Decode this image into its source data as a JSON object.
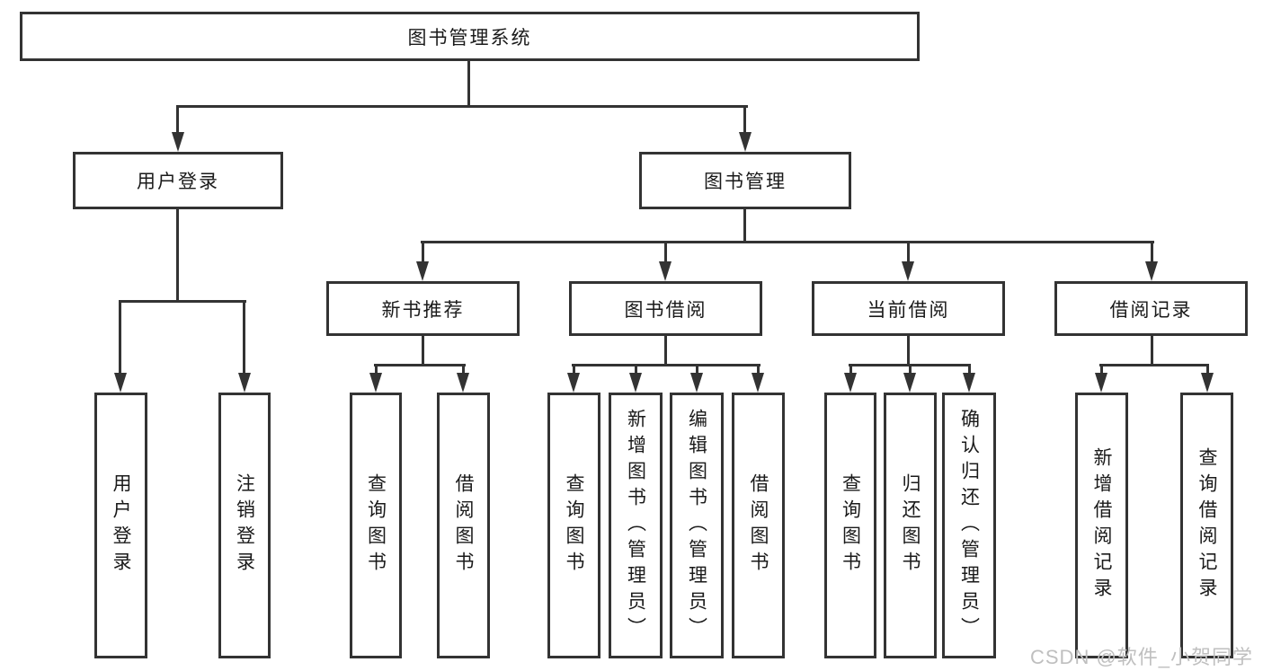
{
  "diagram": {
    "root": {
      "label": "图书管理系统"
    },
    "level2": [
      {
        "label": "用户登录"
      },
      {
        "label": "图书管理"
      }
    ],
    "level3": [
      {
        "label": "新书推荐"
      },
      {
        "label": "图书借阅"
      },
      {
        "label": "当前借阅"
      },
      {
        "label": "借阅记录"
      }
    ],
    "leaves": {
      "user_login": [
        {
          "label": "用户登录"
        },
        {
          "label": "注销登录"
        }
      ],
      "new_book": [
        {
          "label": "查询图书"
        },
        {
          "label": "借阅图书"
        }
      ],
      "book_borrow": [
        {
          "label": "查询图书"
        },
        {
          "label": "新增图书（管理员）"
        },
        {
          "label": "编辑图书（管理员）"
        },
        {
          "label": "借阅图书"
        }
      ],
      "current_borrow": [
        {
          "label": "查询图书"
        },
        {
          "label": "归还图书"
        },
        {
          "label": "确认归还（管理员）"
        }
      ],
      "borrow_record": [
        {
          "label": "新增借阅记录"
        },
        {
          "label": "查询借阅记录"
        }
      ]
    },
    "watermark": "CSDN @软件_小贺同学",
    "colors": {
      "line": "#333333",
      "text": "#1a1a1a",
      "watermark": "#bfbfbf",
      "background": "#ffffff"
    }
  }
}
